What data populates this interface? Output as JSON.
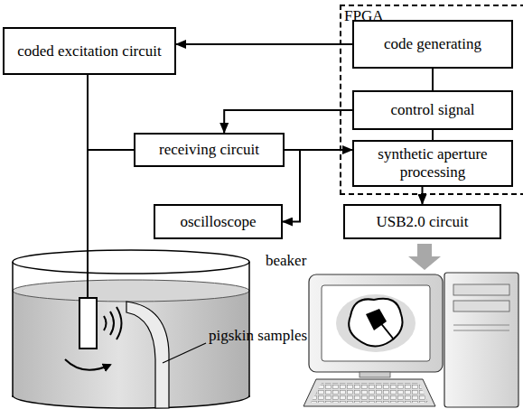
{
  "diagram": {
    "nodes": [
      {
        "text": [
          "FPGA"
        ]
      },
      {
        "text": [
          "code generating"
        ],
        "in": 0
      },
      {
        "text": [
          "control signal"
        ],
        "in": 0
      },
      {
        "text": [
          "synthetic aperture processing"
        ],
        "in": 0
      },
      {
        "text": [
          "coded excitation circuit"
        ]
      },
      {
        "text": [
          "receiving circuit"
        ]
      },
      {
        "text": [
          "oscilloscope"
        ]
      },
      {
        "text": [
          "USB2.0 circuit"
        ]
      }
    ],
    "edges": [
      {
        "from": 1,
        "to": 4,
        "arrow": "to"
      },
      {
        "from": 1,
        "to": 2,
        "arrow": "none"
      },
      {
        "from": 2,
        "to": 3,
        "arrow": "none"
      },
      {
        "from": 2,
        "to": 5,
        "arrow": "to"
      },
      {
        "from": 5,
        "to": 3,
        "arrow": "to"
      },
      {
        "from": 5,
        "to": 6,
        "arrow": "to"
      },
      {
        "from": 3,
        "to": 7,
        "arrow": "to"
      }
    ],
    "labels": [
      "beaker",
      "pigskin samples"
    ]
  }
}
